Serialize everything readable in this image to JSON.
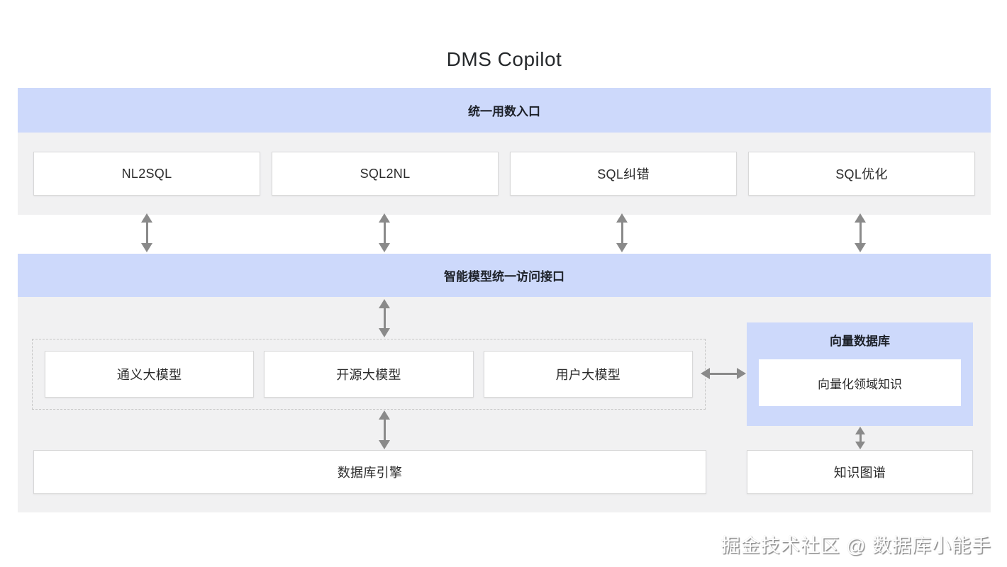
{
  "title": "DMS Copilot",
  "colors": {
    "banner_blue": "#cdd9fb",
    "section_gray": "#f1f1f2",
    "box_border": "#d8d8d8",
    "arrow_gray": "#8a8a8a",
    "text_dark": "#2b2b2b"
  },
  "entry_section": {
    "header": "统一用数入口",
    "items": [
      "NL2SQL",
      "SQL2NL",
      "SQL纠错",
      "SQL优化"
    ]
  },
  "model_section": {
    "header": "智能模型统一访问接口",
    "models": [
      "通义大模型",
      "开源大模型",
      "用户大模型"
    ],
    "vector_db": {
      "title": "向量数据库",
      "inner_label": "向量化领域知识"
    },
    "db_engine_label": "数据库引擎",
    "knowledge_graph_label": "知识图谱"
  },
  "watermark": "掘金技术社区 @ 数据库小能手"
}
